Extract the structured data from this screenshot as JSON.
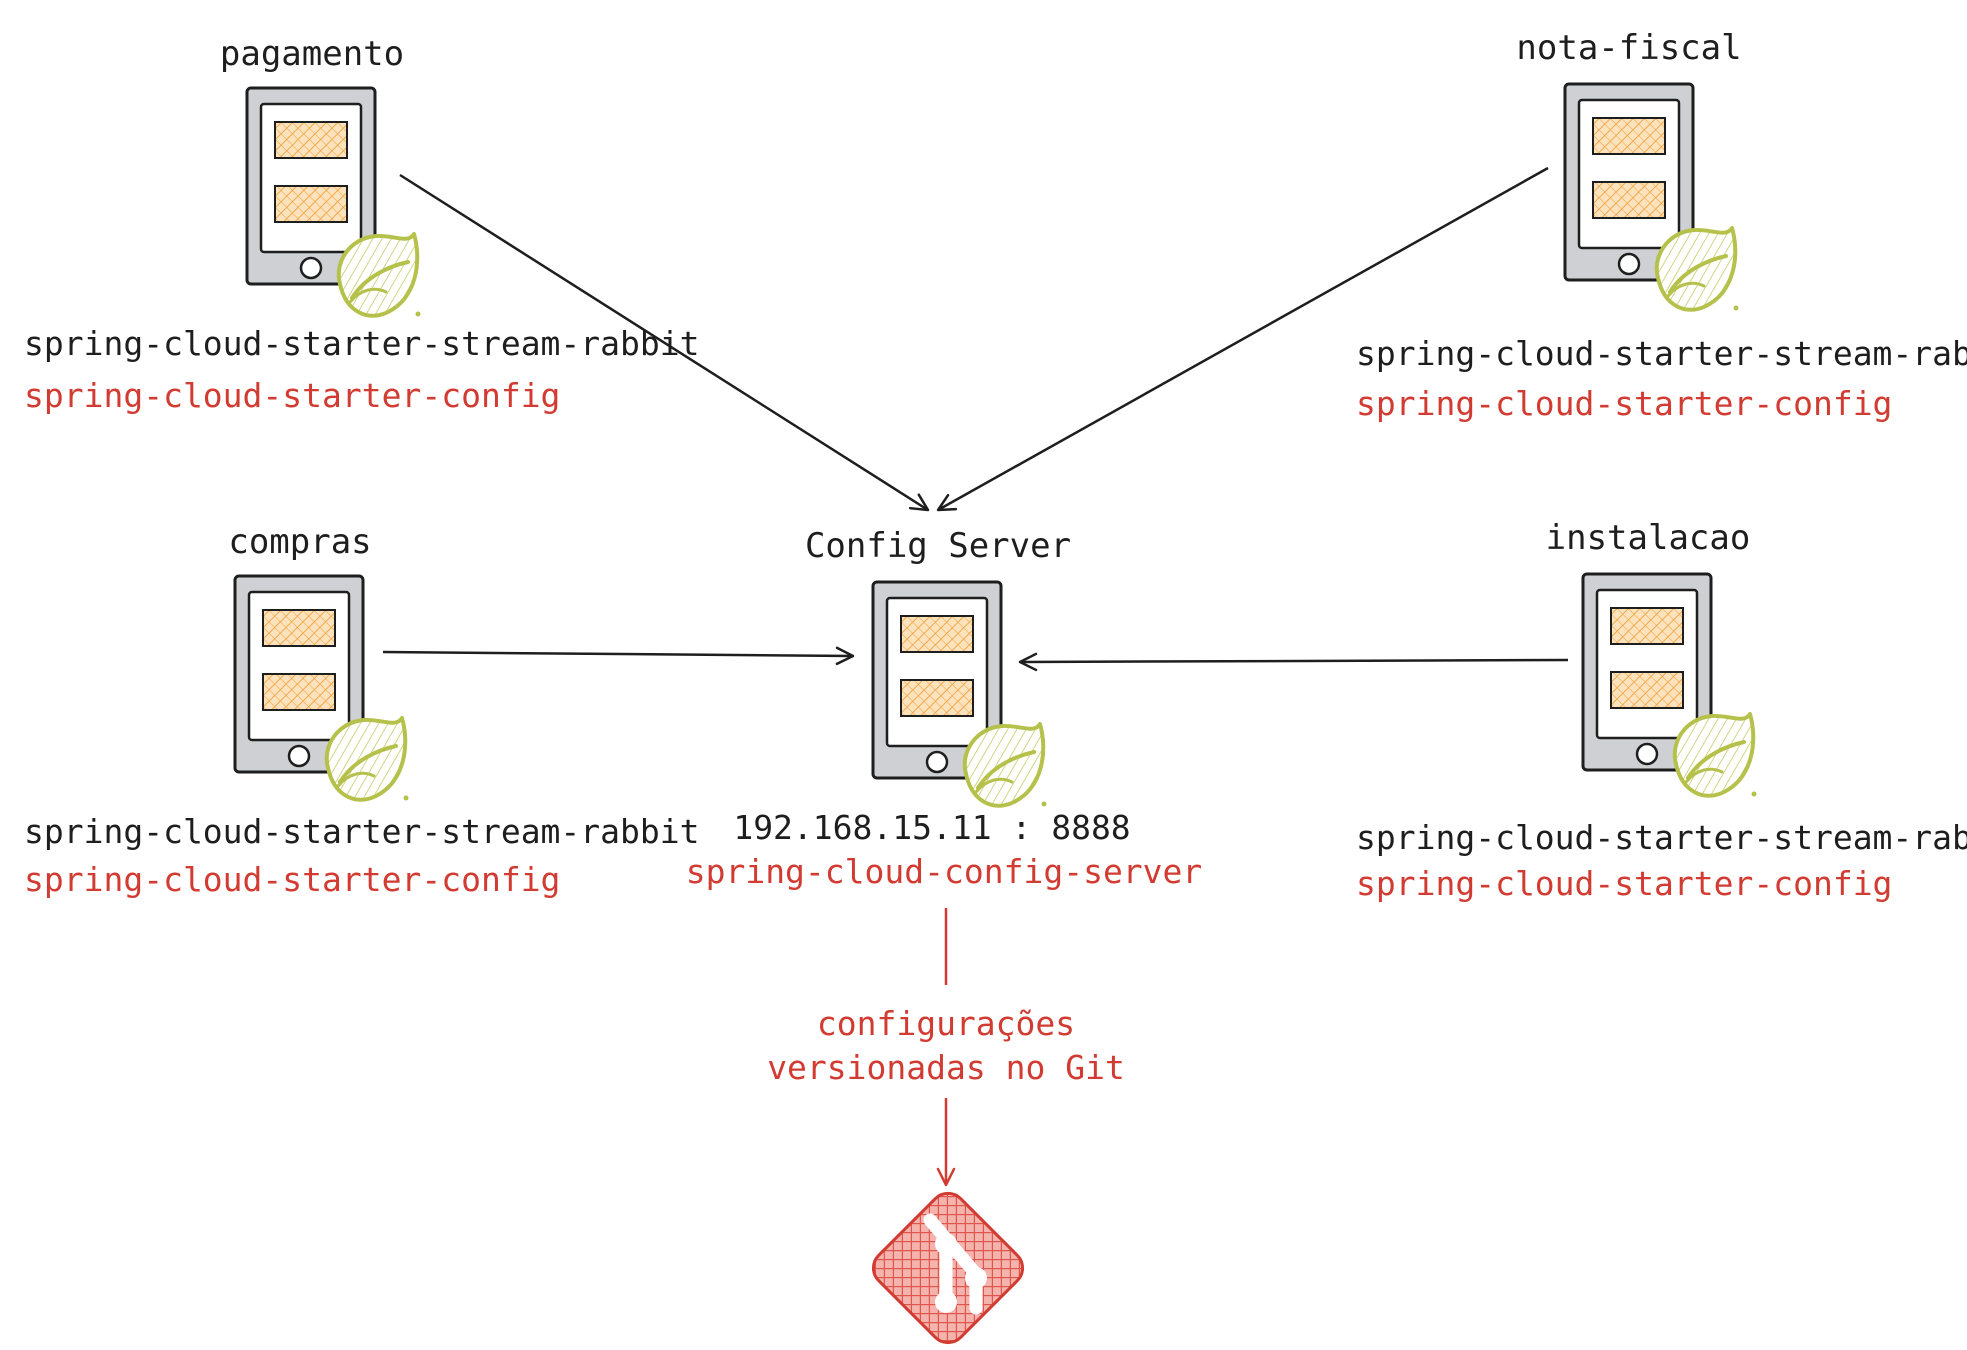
{
  "services": {
    "pagamento": {
      "name": "pagamento",
      "dep1": "spring-cloud-starter-stream-rabbit",
      "dep2": "spring-cloud-starter-config"
    },
    "nota_fiscal": {
      "name": "nota-fiscal",
      "dep1": "spring-cloud-starter-stream-rabbit",
      "dep2": "spring-cloud-starter-config"
    },
    "compras": {
      "name": "compras",
      "dep1": "spring-cloud-starter-stream-rabbit",
      "dep2": "spring-cloud-starter-config"
    },
    "instalacao": {
      "name": "instalacao",
      "dep1": "spring-cloud-starter-stream-rabbit",
      "dep2": "spring-cloud-starter-config"
    }
  },
  "config_server": {
    "name": "Config Server",
    "address": "192.168.15.11 : 8888",
    "dependency": "spring-cloud-config-server"
  },
  "git": {
    "caption_line1": "configurações",
    "caption_line2": "versionadas no Git",
    "icon": "git-icon"
  },
  "colors": {
    "ink": "#1e1e1e",
    "accent_red": "#d23b32",
    "phone_gray": "#cfd0d3",
    "screen_tile": "#f7c98a",
    "spring_green": "#b5c14a"
  }
}
